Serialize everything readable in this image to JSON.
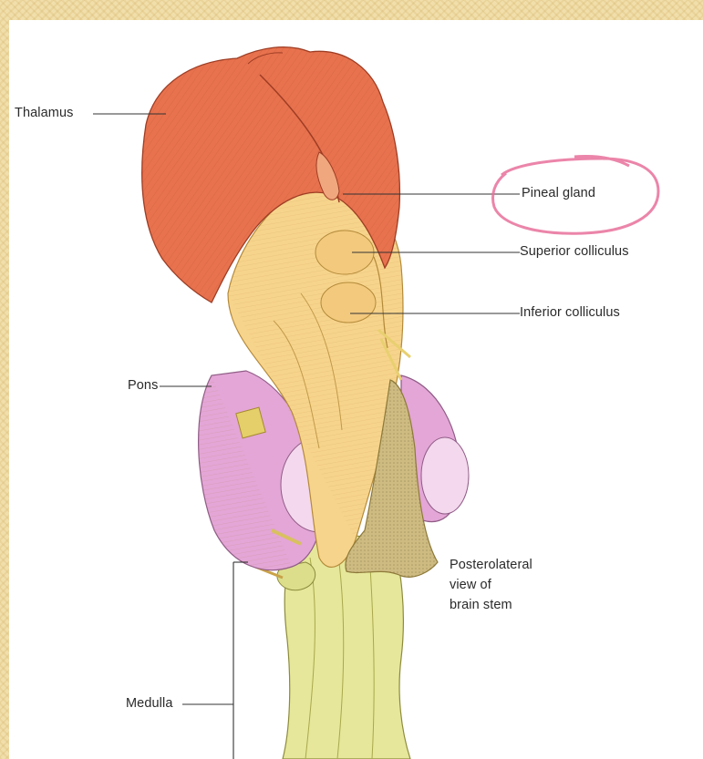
{
  "labels": {
    "thalamus": "Thalamus",
    "pineal_gland": "Pineal gland",
    "superior_colliculus": "Superior colliculus",
    "inferior_colliculus": "Inferior colliculus",
    "pons": "Pons",
    "medulla": "Medulla"
  },
  "caption": {
    "line1": "Posterolateral",
    "line2": "view of",
    "line3": "brain stem"
  },
  "highlight": {
    "target": "pineal_gland",
    "color": "#e8709a"
  },
  "colors": {
    "thalamus": "#e8724e",
    "midbrain": "#f7d48c",
    "pons": "#e3a6d6",
    "medulla": "#e6e79a",
    "fourth_ventricle": "#cdbb82",
    "slide_border": "#f1dfab"
  }
}
